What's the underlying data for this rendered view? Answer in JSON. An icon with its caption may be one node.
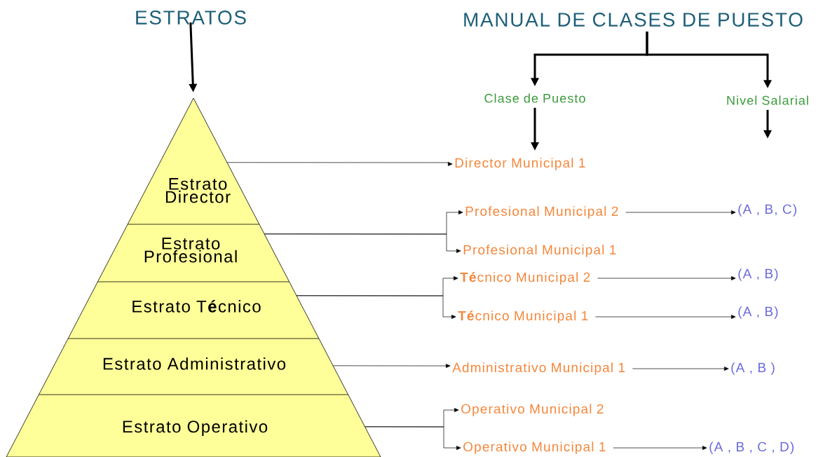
{
  "diagram": {
    "nodes": [
      {
        "text": [
          "ESTRATOS"
        ]
      },
      {
        "text": [],
        "shape": "triangle"
      },
      {
        "text": [
          "Estrato Director"
        ],
        "in": 1
      },
      {
        "text": [
          "Estrato Profesional"
        ],
        "in": 1
      },
      {
        "text": [
          "Estrato T**é**cnico"
        ],
        "in": 1
      },
      {
        "text": [
          "Estrato Administrativo"
        ],
        "in": 1
      },
      {
        "text": [
          "Estrato Operativo"
        ],
        "in": 1
      },
      {
        "text": [
          "MANUAL DE CLASES DE PUESTO"
        ]
      },
      {
        "text": [
          "Clase de Puesto"
        ]
      },
      {
        "text": [
          "Nivel Salarial"
        ]
      },
      {
        "text": [
          "Director Municipal 1"
        ]
      },
      {
        "text": [
          "Profesional Municipal 2"
        ]
      },
      {
        "text": [
          "Profesional Municipal 1"
        ]
      },
      {
        "text": [
          "**Té**cnico Municipal 2"
        ]
      },
      {
        "text": [
          "**Té**cnico Municipal 1"
        ]
      },
      {
        "text": [
          "Administrativo Municipal 1"
        ]
      },
      {
        "text": [
          "Operativo Municipal 2"
        ]
      },
      {
        "text": [
          "Operativo Municipal 1"
        ]
      },
      {
        "text": [
          "(A , B, C)"
        ]
      },
      {
        "text": [
          "(A , B)"
        ]
      },
      {
        "text": [
          "(A , B)"
        ]
      },
      {
        "text": [
          "(A , B )"
        ]
      },
      {
        "text": [
          "(A , B , C , D)"
        ]
      }
    ],
    "edges": [
      {
        "from": 0,
        "to": 1,
        "arrow": "to",
        "style": "thick"
      },
      {
        "from": 7,
        "to": 8,
        "arrow": "to",
        "style": "thick"
      },
      {
        "from": 7,
        "to": 9,
        "arrow": "to",
        "style": "thick"
      },
      {
        "from": 8,
        "to": 10,
        "arrow": "to",
        "style": "thick"
      },
      {
        "from": 9,
        "to": null,
        "arrow": "to",
        "style": "thick"
      },
      {
        "from": 2,
        "to": 10,
        "arrow": "to"
      },
      {
        "from": 3,
        "to": 11,
        "arrow": "to"
      },
      {
        "from": 3,
        "to": 12,
        "arrow": "to"
      },
      {
        "from": 4,
        "to": 13,
        "arrow": "to"
      },
      {
        "from": 4,
        "to": 14,
        "arrow": "to"
      },
      {
        "from": 5,
        "to": 15,
        "arrow": "to"
      },
      {
        "from": 6,
        "to": 16,
        "arrow": "to"
      },
      {
        "from": 6,
        "to": 17,
        "arrow": "to"
      },
      {
        "from": 11,
        "to": 18,
        "arrow": "to"
      },
      {
        "from": 13,
        "to": 19,
        "arrow": "to"
      },
      {
        "from": 14,
        "to": 20,
        "arrow": "to"
      },
      {
        "from": 15,
        "to": 21,
        "arrow": "to"
      },
      {
        "from": 17,
        "to": 22,
        "arrow": "to"
      }
    ]
  }
}
